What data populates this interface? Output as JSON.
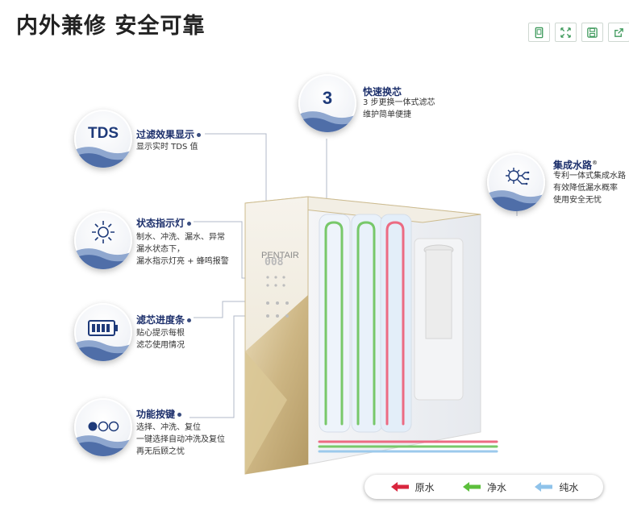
{
  "page": {
    "title": "内外兼修 安全可靠"
  },
  "toolbar": {
    "buttons": [
      {
        "icon": "tablet-icon"
      },
      {
        "icon": "fullscreen-icon"
      },
      {
        "icon": "save-icon"
      },
      {
        "icon": "share-icon"
      }
    ]
  },
  "product": {
    "brand": "PENTAIR",
    "display_value": "008"
  },
  "features": {
    "tds": {
      "badge_text": "TDS",
      "title": "过滤效果显示",
      "lines": [
        "显示实时 TDS 值"
      ]
    },
    "status_light": {
      "icon": "sun-icon",
      "title": "状态指示灯",
      "lines": [
        "制水、冲洗、漏水、异常",
        "漏水状态下，",
        "漏水指示灯亮 + 蜂鸣报警"
      ]
    },
    "progress": {
      "icon": "battery-icon",
      "title": "滤芯进度条",
      "lines": [
        "贴心提示每根",
        "滤芯使用情况"
      ]
    },
    "buttons": {
      "icon": "dots-icon",
      "title": "功能按键",
      "lines": [
        "选择、冲洗、复位",
        "一键选择自动冲洗及复位",
        "再无后顾之忧"
      ]
    },
    "quick_change": {
      "badge_text": "3",
      "title": "快速换芯",
      "lines": [
        "3 步更换一体式滤芯",
        "维护简单便捷"
      ]
    },
    "waterway": {
      "icon": "circuit-icon",
      "title": "集成水路",
      "title_mark": "®",
      "lines": [
        "专利一体式集成水路",
        "有效降低漏水概率",
        "使用安全无忧"
      ]
    }
  },
  "legend": {
    "items": [
      {
        "label": "原水",
        "color": "#d9263e"
      },
      {
        "label": "净水",
        "color": "#5cbf3c"
      },
      {
        "label": "纯水",
        "color": "#8fc3ea"
      }
    ]
  },
  "colors": {
    "title_blue": "#1c2f6b",
    "gold": "#c9b07a",
    "lead_line": "#b0b8c8"
  }
}
